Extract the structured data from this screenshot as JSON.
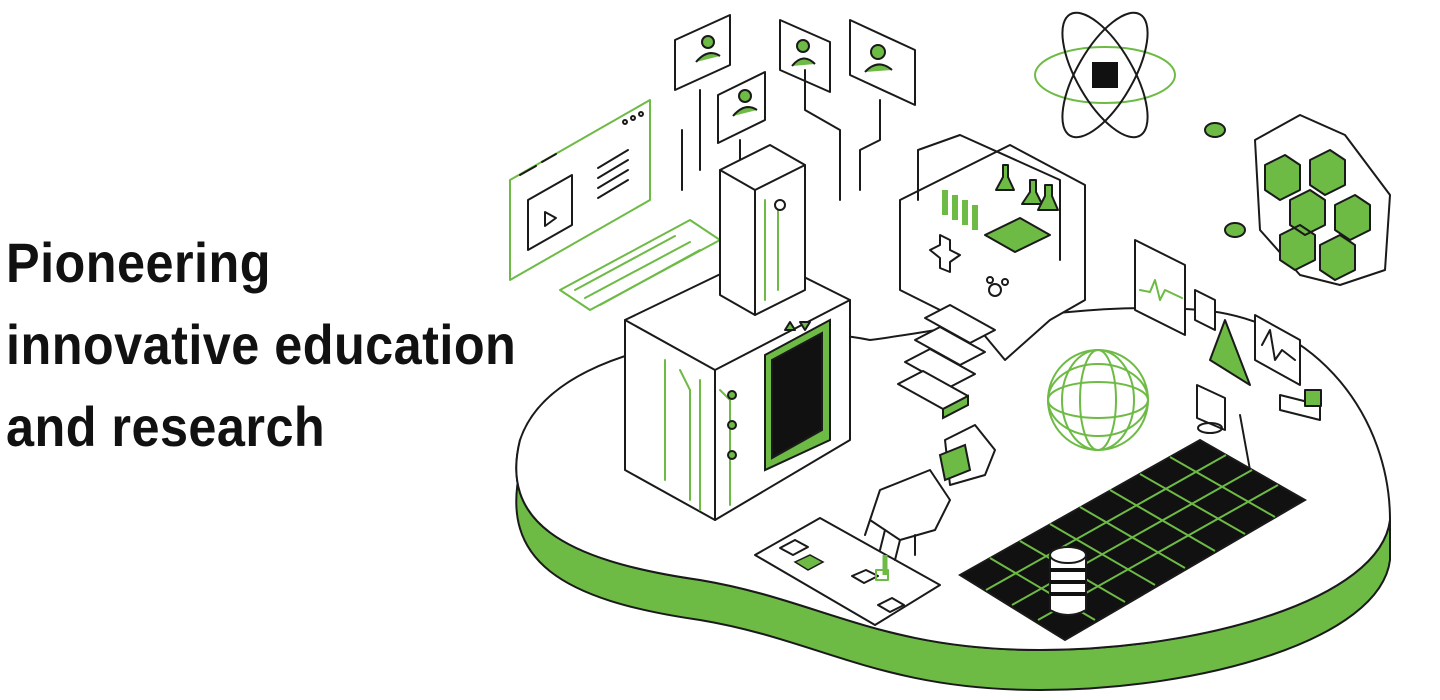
{
  "hero": {
    "headline_lines": [
      "Pioneering",
      "innovative education",
      "and research"
    ]
  },
  "colors": {
    "accent_green": "#6dbb45",
    "outline": "#1a1a1a",
    "text": "#111111",
    "background": "#ffffff"
  },
  "illustration": {
    "icons": [
      "laptop-video-icon",
      "server-tower-icon",
      "user-profile-icon",
      "atom-chip-icon",
      "bee-icon",
      "honeycomb-icon",
      "game-controller-lab-icon",
      "flask-icon",
      "chart-monitor-icon",
      "wireframe-globe-icon",
      "robot-hand-icon",
      "tablet-icon",
      "chessboard-grid-icon",
      "chess-piece-icon",
      "basketball-hoop-icon"
    ]
  }
}
